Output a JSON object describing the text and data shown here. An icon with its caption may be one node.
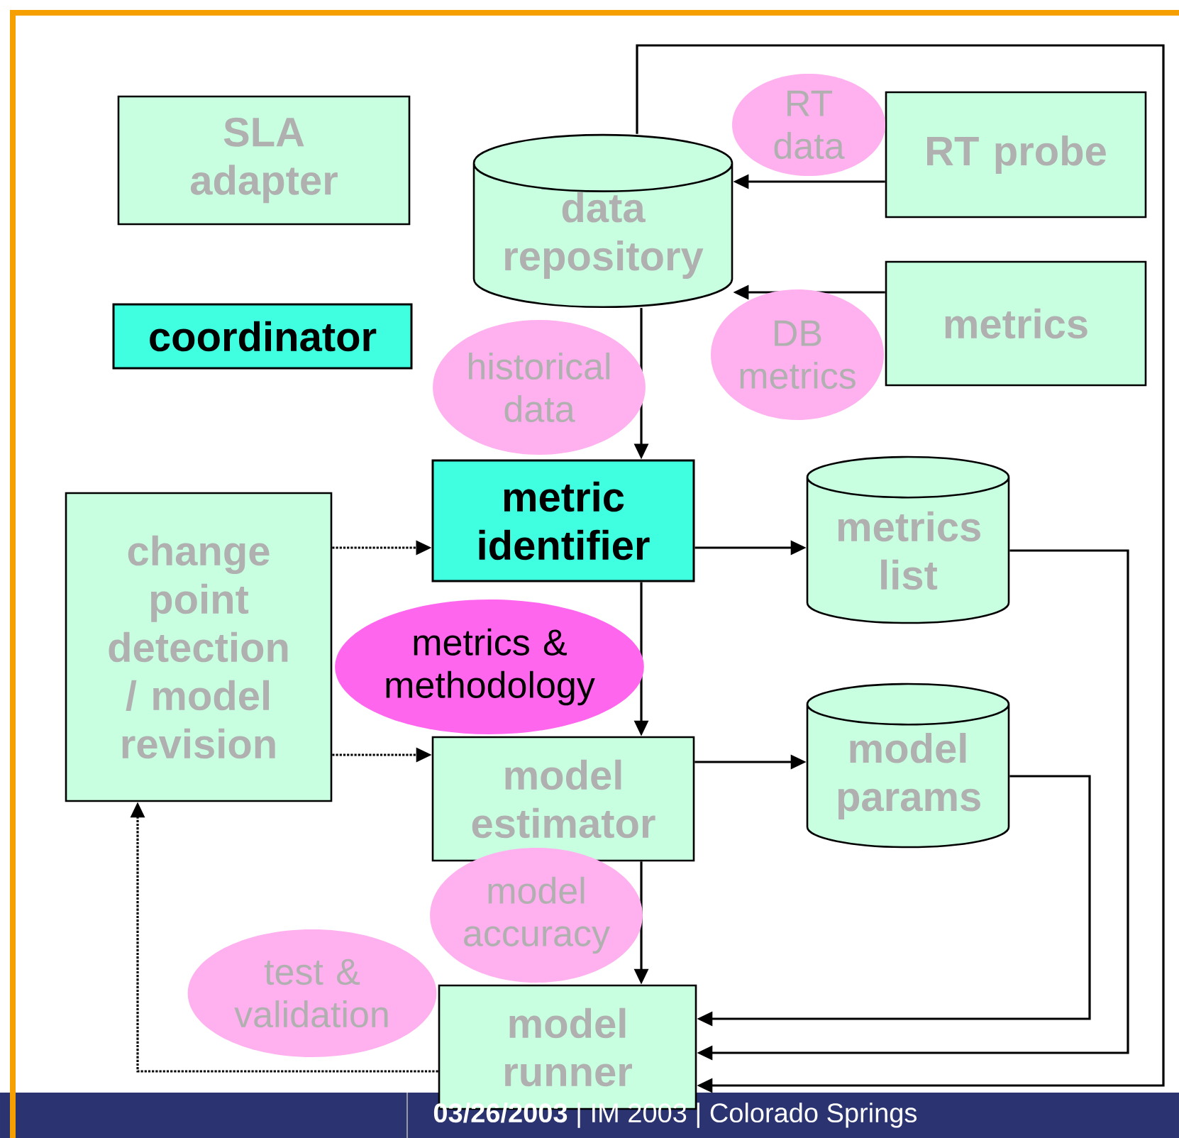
{
  "diagram": {
    "nodes": [
      {
        "text": [
          "SLA adapter"
        ]
      },
      {
        "text": [
          "coordinator"
        ]
      },
      {
        "text": [
          "data repository"
        ]
      },
      {
        "text": [
          "RT probe"
        ]
      },
      {
        "text": [
          "metrics"
        ]
      },
      {
        "text": [
          "change point detection / model revision"
        ]
      },
      {
        "text": [
          "metric identifier"
        ]
      },
      {
        "text": [
          "metrics list"
        ]
      },
      {
        "text": [
          "model estimator"
        ]
      },
      {
        "text": [
          "model params"
        ]
      },
      {
        "text": [
          "model runner"
        ]
      }
    ],
    "edges": [
      {
        "from": 3,
        "to": 2,
        "arrow": "to",
        "label": "RT data"
      },
      {
        "from": 4,
        "to": 2,
        "arrow": "to",
        "label": "DB metrics"
      },
      {
        "from": 2,
        "to": 6,
        "arrow": "to",
        "label": "historical data"
      },
      {
        "from": 5,
        "to": 6,
        "arrow": "to",
        "style": "dashed"
      },
      {
        "from": 5,
        "to": 8,
        "arrow": "to",
        "style": "dashed"
      },
      {
        "from": 6,
        "to": 7,
        "arrow": "to"
      },
      {
        "from": 6,
        "to": 8,
        "arrow": "to",
        "label": "metrics & methodology"
      },
      {
        "from": 8,
        "to": 9,
        "arrow": "to"
      },
      {
        "from": 8,
        "to": 10,
        "arrow": "to",
        "label": "model accuracy"
      },
      {
        "from": 7,
        "to": 10,
        "arrow": "to"
      },
      {
        "from": 9,
        "to": 10,
        "arrow": "to"
      },
      {
        "from": 2,
        "to": 10,
        "arrow": "to"
      },
      {
        "from": 10,
        "to": 5,
        "arrow": "to",
        "style": "dashed",
        "label": "test & validation"
      }
    ],
    "labels": [
      "**03/26/2003** | IM 2003 | Colorado Springs"
    ]
  }
}
